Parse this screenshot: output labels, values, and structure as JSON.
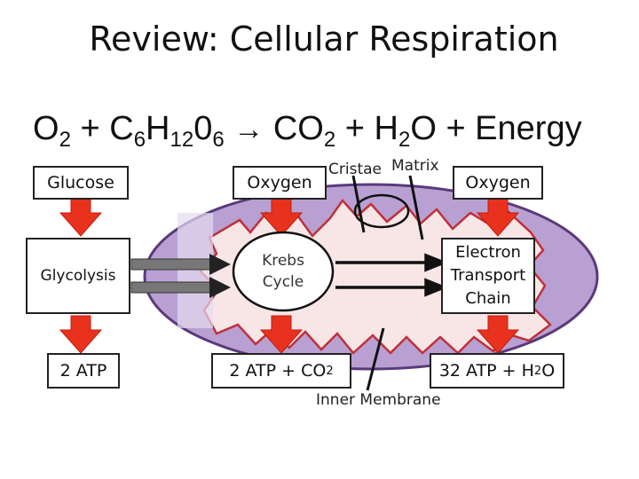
{
  "title": "Review: Cellular Respiration",
  "equation": {
    "o": "O",
    "o_sub": "2",
    "plus1": "+ C",
    "c_sub": "6",
    "h": "H",
    "h_sub": "12",
    "zero": "0",
    "zero_sub": "6",
    "arrow": "→",
    "co": "CO",
    "co_sub": "2",
    "plus2": "+ H",
    "h2_sub": "2",
    "water_o": "O",
    "energy": "+ Energy"
  },
  "labels": {
    "glucose": "Glucose",
    "oxygen_top_left": "Oxygen",
    "oxygen_top_right": "Oxygen",
    "cristae": "Cristae",
    "matrix": "Matrix",
    "glycolysis": "Glycolysis",
    "krebs_line1": "Krebs",
    "krebs_line2": "Cycle",
    "etc_line1": "Electron",
    "etc_line2": "Transport",
    "etc_line3": "Chain",
    "atp_glycolysis": "2 ATP",
    "atp_krebs": "2 ATP + CO",
    "atp_krebs_sub": "2",
    "atp_etc": "32 ATP + H",
    "atp_etc_sub": "2",
    "atp_etc_o": "O",
    "inner_membrane": "Inner Membrane"
  },
  "colors": {
    "outer_membrane": "#b9a0d2",
    "outer_border": "#5a3a7a",
    "inner_space": "#f8e6e6",
    "inner_border": "#c0303a",
    "arrow_red": "#e8321e",
    "arrow_gray": "#888888"
  }
}
